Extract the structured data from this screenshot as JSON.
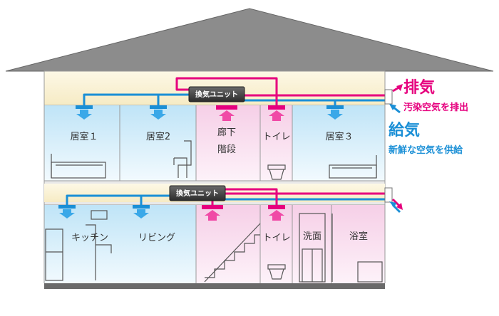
{
  "floors": {
    "upper": {
      "unit_label": "換気ユニット",
      "rooms": {
        "room1": "居室１",
        "room2": "居室2",
        "corridor_line1": "廊下",
        "corridor_line2": "階段",
        "toilet": "トイレ",
        "room3": "居室３"
      }
    },
    "lower": {
      "unit_label": "換気ユニット",
      "rooms": {
        "kitchen": "キッチン",
        "living": "リビング",
        "toilet": "トイレ",
        "washroom": "洗面",
        "bath": "浴室"
      }
    }
  },
  "legend": {
    "exhaust": {
      "title": "排気",
      "desc": "汚染空気を排出",
      "color": "#e6007e"
    },
    "supply": {
      "title": "給気",
      "desc": "新鮮な空気を供給",
      "color": "#1a8fd6"
    }
  },
  "colors": {
    "roof": "#7f7f7f",
    "ceiling_space": "#fbf3d6",
    "room_supply": "#d5eefa",
    "room_exhaust": "#f9dcef",
    "floor_slab": "#e6e6e6",
    "foundation": "#666666",
    "unit": "#3a3a3a"
  }
}
